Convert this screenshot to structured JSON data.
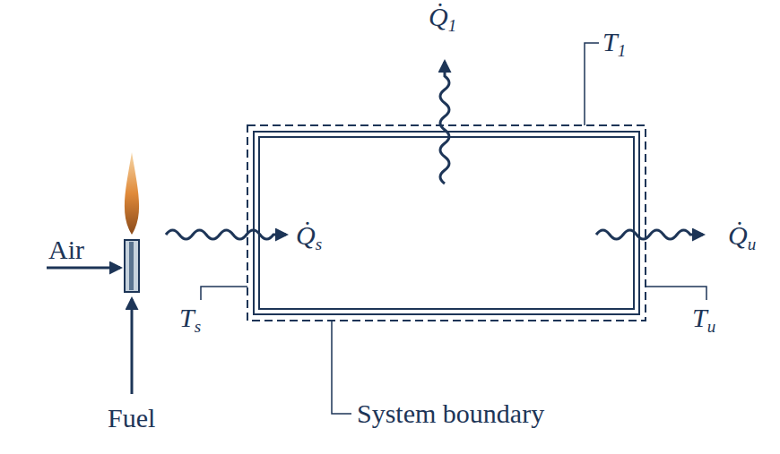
{
  "diagram": {
    "labels": [
      "Q̇1",
      "T1",
      "Q̇s",
      "Air",
      "Ts",
      "Q̇u",
      "Tu",
      "Fuel",
      "System boundary"
    ]
  }
}
